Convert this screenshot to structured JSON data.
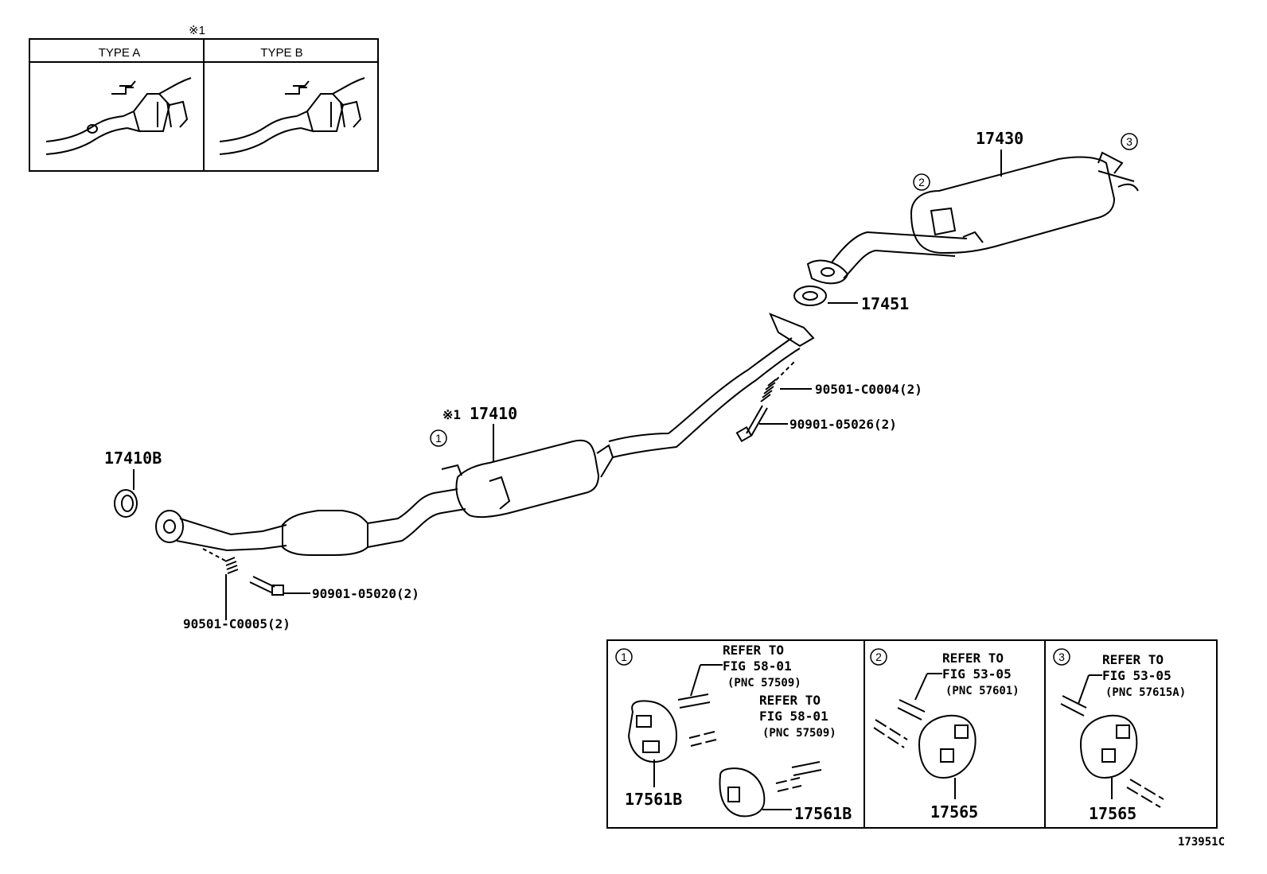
{
  "type_table": {
    "note_mark": "※1",
    "type_a": "TYPE A",
    "type_b": "TYPE B"
  },
  "parts": {
    "p17430": "17430",
    "p17451": "17451",
    "p17410": "17410",
    "p17410_note": "※1",
    "p17410b": "17410B",
    "p90501_c0004": "90501-C0004(2)",
    "p90901_05026": "90901-05026(2)",
    "p90901_05020": "90901-05020(2)",
    "p90501_c0005": "90501-C0005(2)"
  },
  "callouts": {
    "c1": "1",
    "c2": "2",
    "c3": "3"
  },
  "detail_1": {
    "ref_a": [
      "REFER TO",
      "FIG 58-01",
      "(PNC 57509)"
    ],
    "ref_b": [
      "REFER TO",
      "FIG 58-01",
      "(PNC 57509)"
    ],
    "part_a": "17561B",
    "part_b": "17561B"
  },
  "detail_2": {
    "ref": [
      "REFER TO",
      "FIG 53-05",
      "(PNC 57601)"
    ],
    "part": "17565"
  },
  "detail_3": {
    "ref": [
      "REFER TO",
      "FIG 53-05",
      "(PNC 57615A)"
    ],
    "part": "17565"
  },
  "figure_id": "173951C"
}
